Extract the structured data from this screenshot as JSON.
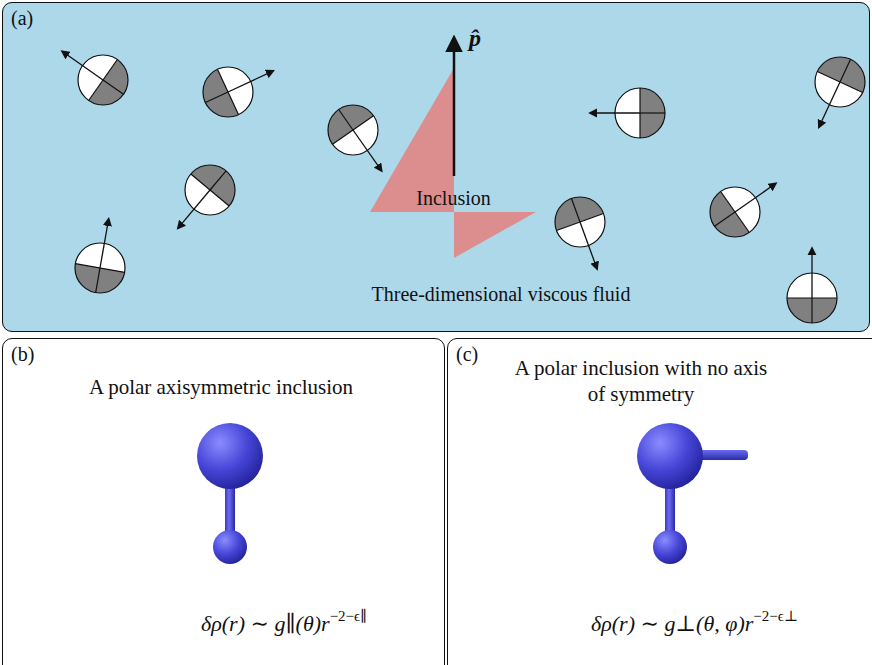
{
  "diagram": {
    "nodes": [
      {
        "text": [
          "(a)",
          "Three-dimensional viscous fluid"
        ]
      },
      {
        "text": [
          "Inclusion"
        ],
        "in": 0
      },
      {
        "text": [
          "(b)",
          "A polar axisymmetric inclusion",
          "δρ(r) ∼ g∥(θ)r",
          "−2−ϵ∥"
        ]
      },
      {
        "text": [
          "(c)",
          "A polar inclusion with no axis of symmetry",
          "δρ(r) ∼ g⊥(θ, φ)r",
          "−2−ϵ⊥"
        ]
      }
    ],
    "labels": [
      "p̂"
    ]
  }
}
